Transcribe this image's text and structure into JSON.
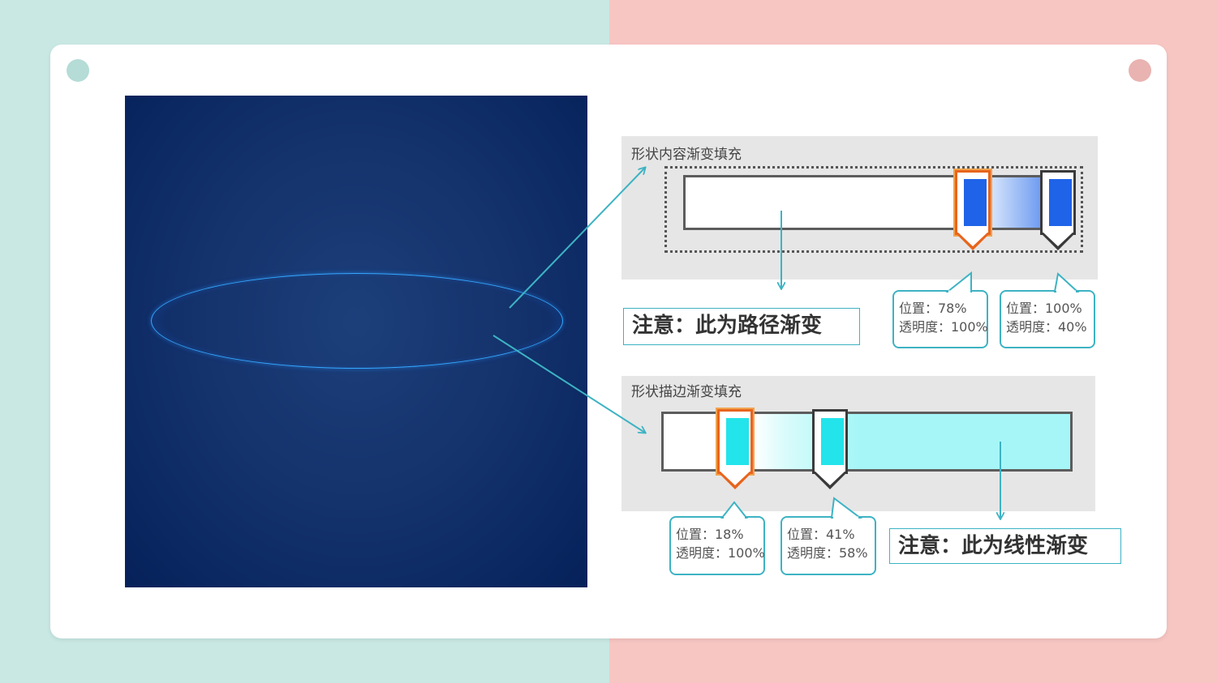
{
  "panels": {
    "fill": {
      "title": "形状内容渐变填充",
      "note": "注意：此为路径渐变",
      "stops": [
        {
          "position_label": "位置：78%",
          "opacity_label": "透明度：100%",
          "position": 78,
          "opacity": 100,
          "selected": true
        },
        {
          "position_label": "位置：100%",
          "opacity_label": "透明度：40%",
          "position": 100,
          "opacity": 40,
          "selected": false
        }
      ]
    },
    "stroke": {
      "title": "形状描边渐变填充",
      "note": "注意：此为线性渐变",
      "stops": [
        {
          "position_label": "位置：18%",
          "opacity_label": "透明度：100%",
          "position": 18,
          "opacity": 100,
          "selected": true
        },
        {
          "position_label": "位置：41%",
          "opacity_label": "透明度：58%",
          "position": 41,
          "opacity": 58,
          "selected": false
        }
      ]
    }
  },
  "colors": {
    "accent": "#3db3c3",
    "fill_stop": "#1f63e8",
    "stroke_stop": "#22e4ea",
    "selected_outline": "#e8641c",
    "preview_bg": "#15336d"
  }
}
